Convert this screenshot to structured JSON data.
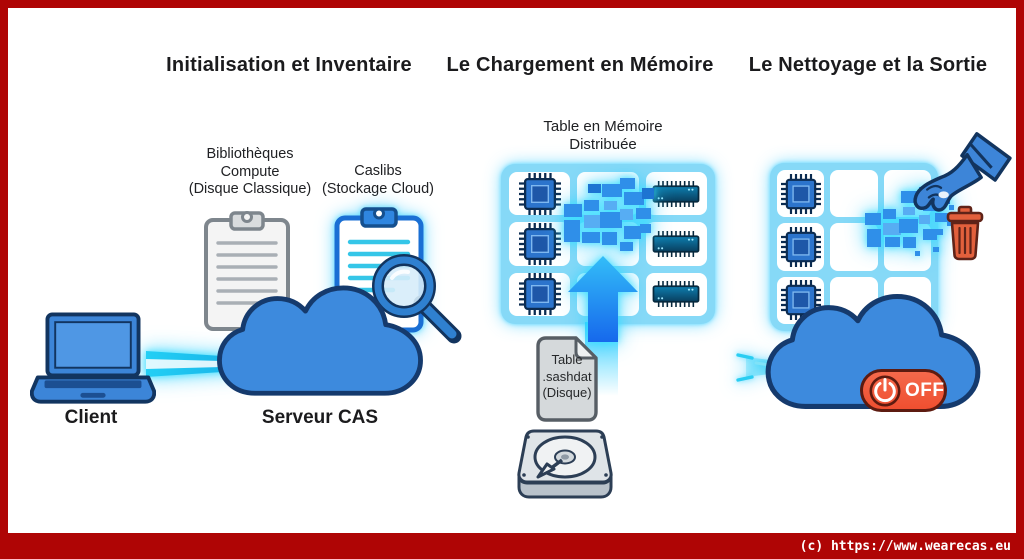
{
  "sections": {
    "init": {
      "title": "Initialisation et Inventaire"
    },
    "load": {
      "title": "Le Chargement en Mémoire"
    },
    "clean": {
      "title": "Le Nettoyage et la Sortie"
    }
  },
  "left": {
    "biblio_label": "Bibliothèques\nCompute\n(Disque Classique)",
    "caslibs_label": "Caslibs\n(Stockage Cloud)",
    "client_label": "Client",
    "server_label": "Serveur CAS"
  },
  "middle": {
    "table_label": "Table en Mémoire\nDistribuée",
    "file_label": "Table\n.sashdat\n(Disque)"
  },
  "right": {
    "off_label": "OFF"
  },
  "footer": {
    "copyright": "(c) https://www.wearecas.eu"
  },
  "icons": {
    "laptop": "client-laptop",
    "cloud": "cas-server-cloud",
    "clipboard_gray": "compute-libraries-clipboard",
    "clipboard_blue": "caslibs-clipboard",
    "magnifier": "inventory-magnifier",
    "cpu_chip": "cpu-chip",
    "ram_chip": "ram-module",
    "data_blocks": "in-memory-data-blocks",
    "arrow_up": "load-to-memory-arrow",
    "file": "sashdat-file",
    "hard_disk": "hard-disk-drive",
    "hand": "cleanup-hand",
    "trash": "trash-can",
    "power_off": "power-off-toggle",
    "beam": "data-beam"
  },
  "colors": {
    "frame_red": "#AF0505",
    "cloud_blue": "#3D8ADD",
    "outline_navy": "#153A6D",
    "glow_cyan": "#2ED4FF",
    "grid_track": "#86D9F7",
    "chip_blue": "#2C74CC",
    "ram_teal": "#0D6391",
    "block_blue": "#2F8FE9",
    "off_red": "#EF5435",
    "trash_red": "#E2603C",
    "text_dark": "#1B1B1D"
  }
}
